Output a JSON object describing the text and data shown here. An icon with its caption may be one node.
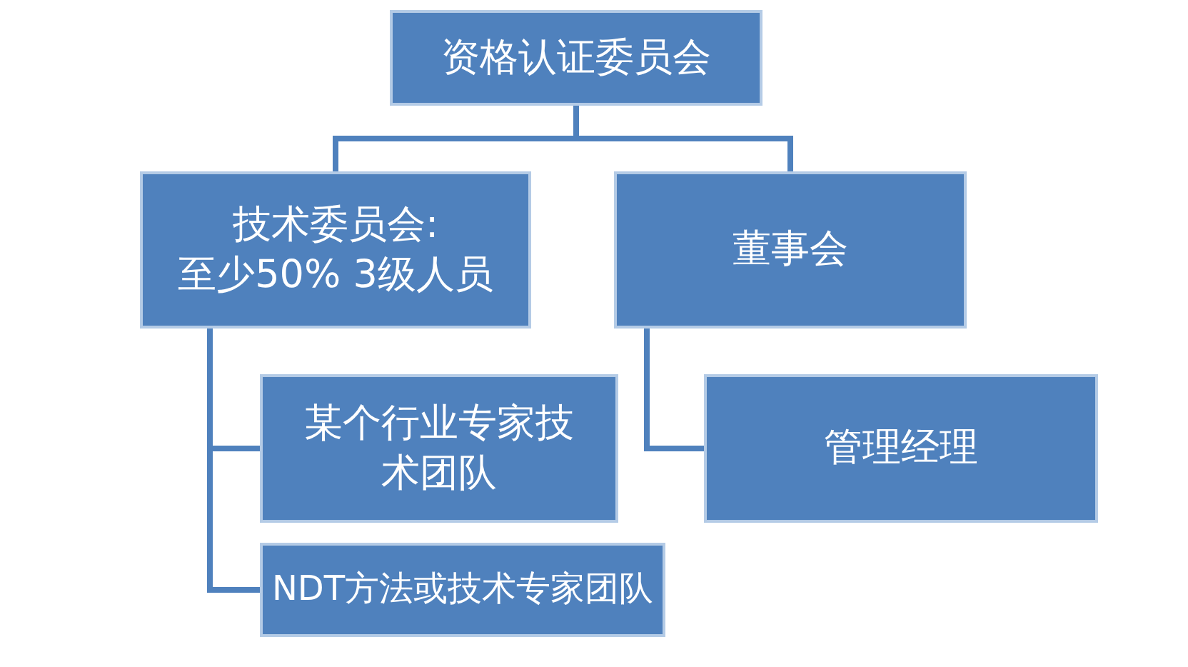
{
  "diagram": {
    "nodes": [
      {
        "text": [
          "资格认证委员会"
        ]
      },
      {
        "text": [
          "技术委员会: 至少50% 3级人员"
        ]
      },
      {
        "text": [
          "董事会"
        ]
      },
      {
        "text": [
          "某个行业专家技术团队"
        ]
      },
      {
        "text": [
          "管理经理"
        ]
      },
      {
        "text": [
          "NDT方法或技术专家团队"
        ]
      }
    ],
    "edges": [
      {
        "from": 0,
        "to": 1,
        "arrow": "none"
      },
      {
        "from": 0,
        "to": 2,
        "arrow": "none"
      },
      {
        "from": 1,
        "to": 3,
        "arrow": "none"
      },
      {
        "from": 1,
        "to": 5,
        "arrow": "none"
      },
      {
        "from": 2,
        "to": 4,
        "arrow": "none"
      }
    ]
  }
}
